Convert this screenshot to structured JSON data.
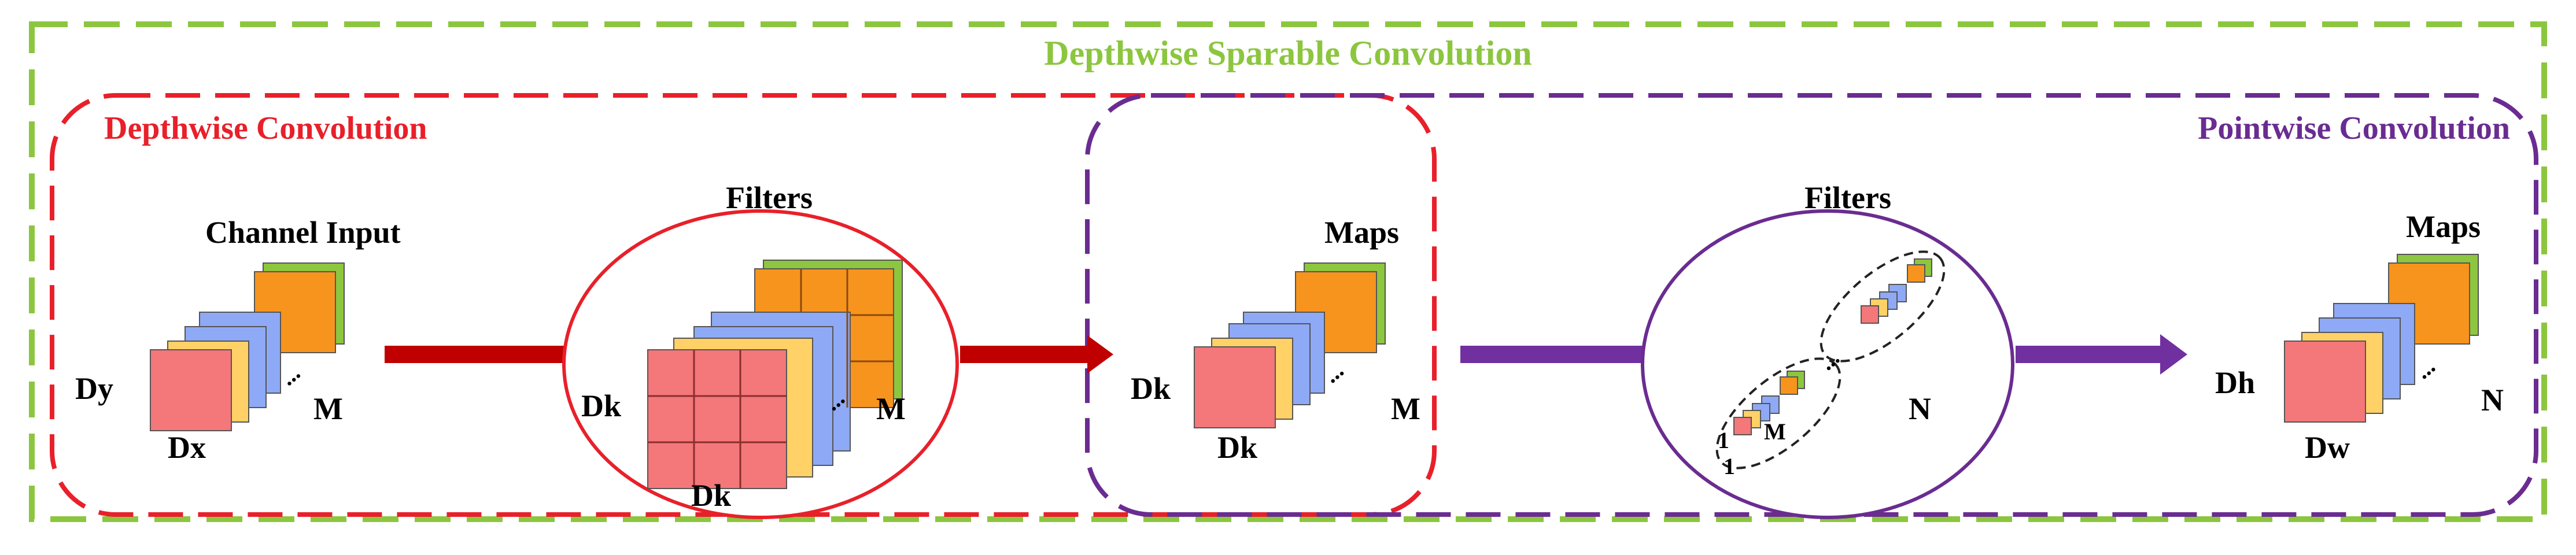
{
  "title": "Depthwise Sparable Convolution",
  "sections": {
    "depthwise": "Depthwise Convolution",
    "pointwise": "Pointwise Convolution"
  },
  "input": {
    "label": "Channel Input",
    "height": "Dy",
    "width": "Dx",
    "channels": "M"
  },
  "depthwise_filters": {
    "label": "Filters",
    "height": "Dk",
    "width": "Dk",
    "channels": "M"
  },
  "depthwise_maps": {
    "label": "Maps",
    "height": "Dk",
    "width": "Dk",
    "channels": "M"
  },
  "pointwise_filters": {
    "label": "Filters",
    "size_a": "1",
    "size_b": "1",
    "depth": "M",
    "count": "N"
  },
  "output": {
    "label": "Maps",
    "height": "Dh",
    "width": "Dw",
    "channels": "N"
  },
  "colors": {
    "outer_frame": "#8CC63F",
    "depthwise": "#E8202A",
    "pointwise": "#6A2C91",
    "arrow_red": "#C00000",
    "arrow_purple": "#7030A0",
    "layer_red": "#F4777A",
    "layer_yellow": "#FFD166",
    "layer_blue": "#8EA9F5",
    "layer_green": "#8DC63F",
    "layer_orange": "#F7941D"
  }
}
